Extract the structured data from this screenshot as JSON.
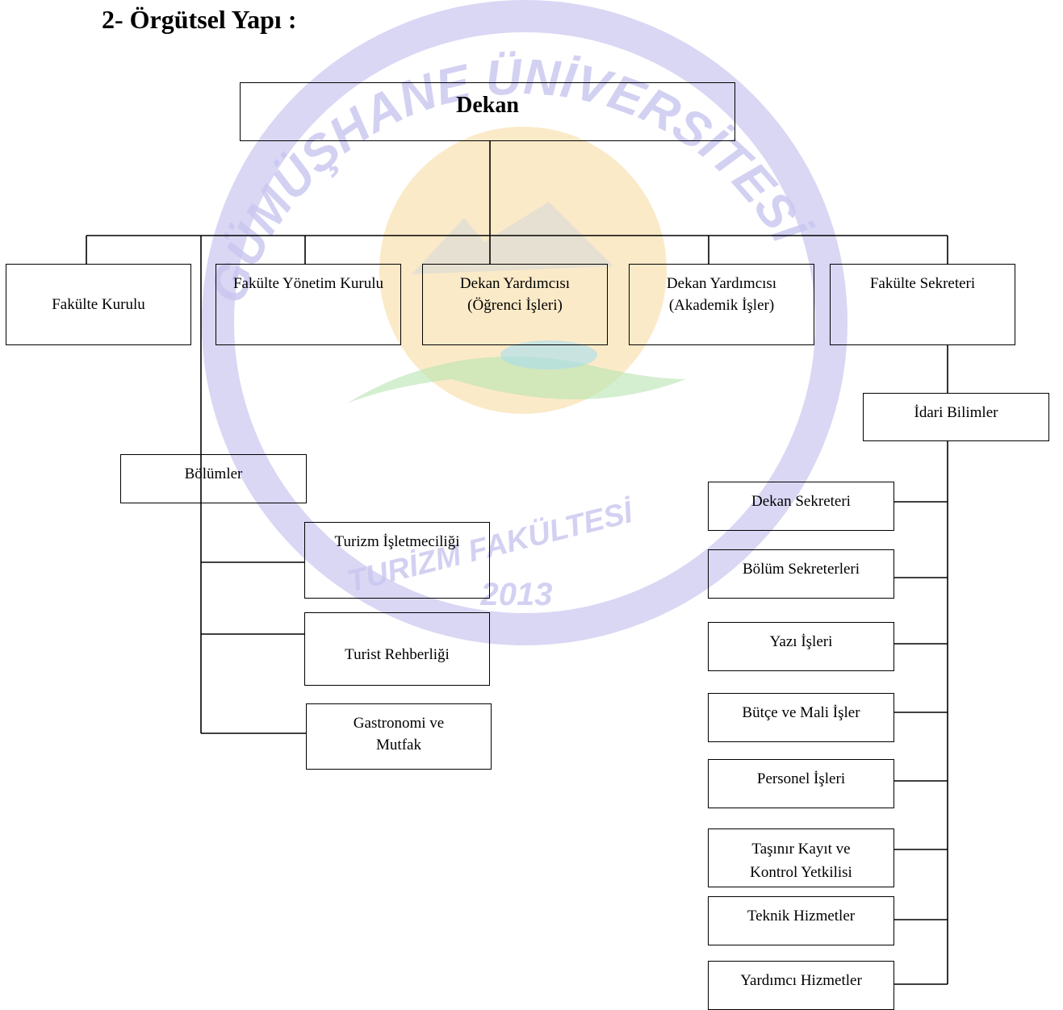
{
  "heading": "2-  Örgütsel Yapı :",
  "watermark": {
    "arc_text": "GÜMÜŞHANE ÜNİVERSİTESİ",
    "bottom_text": "TURİZM FAKÜLTESİ",
    "year": "2013",
    "ring_color": "#c9c6f0",
    "sun_color": "#f8d89a"
  },
  "nodes": {
    "dekan": "Dekan",
    "fakulte_kurulu": "Fakülte Kurulu",
    "fakulte_yonetim_kurulu": "Fakülte Yönetim Kurulu",
    "dekan_yrd_ogrenci": "Dekan Yardımcısı (Öğrenci İşleri)",
    "dekan_yrd_akademik": "Dekan Yardımcısı (Akademik İşler)",
    "fakulte_sekreteri": "Fakülte Sekreteri",
    "idari_bilimler": "İdari Bilimler",
    "bolumler": "Bölümler",
    "turizm_isletmeciligi": "Turizm İşletmeciliği",
    "turist_rehberligi": "Turist Rehberliği",
    "gastronomi": "Gastronomi ve Mutfak",
    "dekan_sekreteri": "Dekan Sekreteri",
    "bolum_sekreterleri": "Bölüm Sekreterleri",
    "yazi_isleri": "Yazı İşleri",
    "butce_mali": "Bütçe ve Mali İşler",
    "personel_isleri": "Personel İşleri",
    "tasinir_kayit": "Taşınır Kayıt ve Kontrol Yetkilisi",
    "teknik_hizmetler": "Teknik Hizmetler",
    "yardimci_hizmetler": "Yardımcı Hizmetler"
  }
}
